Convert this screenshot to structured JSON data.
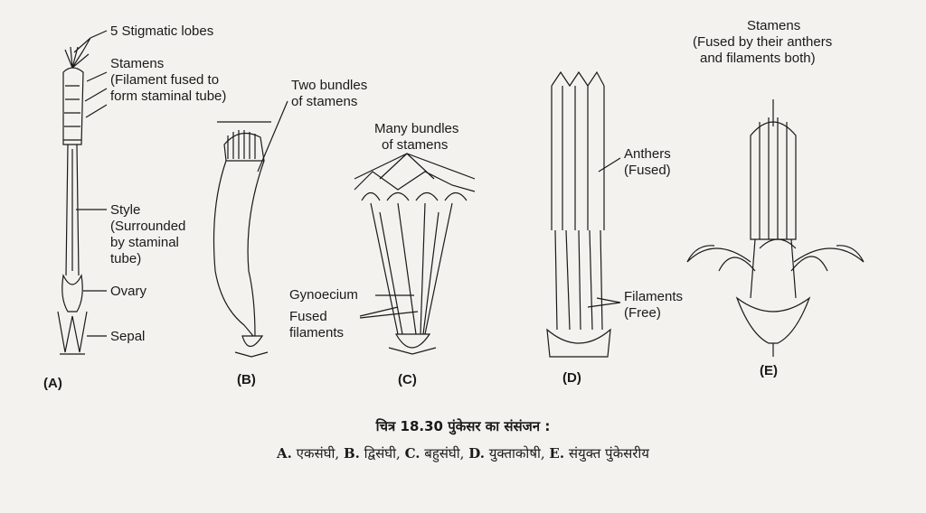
{
  "labels": {
    "a_stigmatic": "5 Stigmatic lobes",
    "a_stamens_1": "Stamens",
    "a_stamens_2": "(Filament fused to",
    "a_stamens_3": "form staminal tube)",
    "a_style_1": "Style",
    "a_style_2": "(Surrounded",
    "a_style_3": "by staminal",
    "a_style_4": "tube)",
    "a_ovary": "Ovary",
    "a_sepal": "Sepal",
    "b_bundles_1": "Two bundles",
    "b_bundles_2": "of stamens",
    "c_bundles_1": "Many bundles",
    "c_bundles_2": "of stamens",
    "c_gynoecium": "Gynoecium",
    "c_fused_1": "Fused",
    "c_fused_2": "filaments",
    "d_anthers_1": "Anthers",
    "d_anthers_2": "(Fused)",
    "d_filaments_1": "Filaments",
    "d_filaments_2": "(Free)",
    "e_stamens_1": "Stamens",
    "e_stamens_2": "(Fused by their anthers",
    "e_stamens_3": "and filaments both)"
  },
  "figure_letters": {
    "a": "(A)",
    "b": "(B)",
    "c": "(C)",
    "d": "(D)",
    "e": "(E)"
  },
  "caption": {
    "title": "चित्र 18.30 पुंकेसर का संसंजन :",
    "a_key": "A.",
    "a_text": "एकसंघी,",
    "b_key": "B.",
    "b_text": "द्विसंघी,",
    "c_key": "C.",
    "c_text": "बहुसंघी,",
    "d_key": "D.",
    "d_text": "युक्ताकोषी,",
    "e_key": "E.",
    "e_text": "संयुक्त पुंकेसरीय"
  },
  "colors": {
    "ink": "#1a1a1a",
    "paper": "#f4f2ee"
  }
}
